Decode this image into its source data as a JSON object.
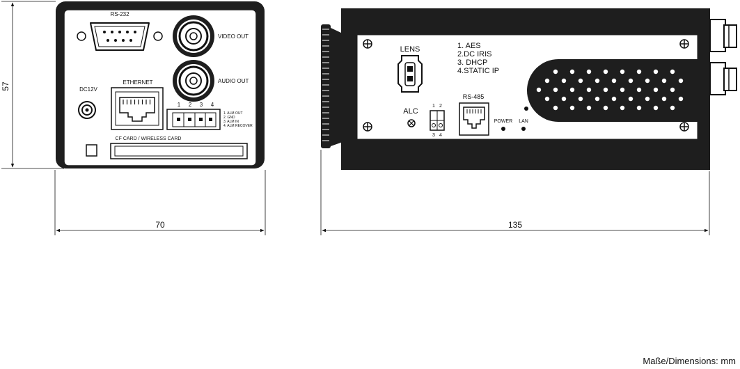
{
  "rear_view": {
    "rs232_label": "RS-232",
    "video_out_label": "VIDEO OUT",
    "audio_out_label": "AUDIO OUT",
    "ethernet_label": "ETHERNET",
    "dc12v_label": "DC12V",
    "terminal_numbers": [
      "1",
      "2",
      "3",
      "4"
    ],
    "terminal_legend": [
      "1. ALM OUT",
      "2. GND",
      "3. ALM IN",
      "4. ALM RECOVER"
    ],
    "card_slot_label": "CF CARD / WIRELESS CARD"
  },
  "side_view": {
    "lens_label": "LENS",
    "lens_modes": [
      "1. AES",
      "2.DC IRIS",
      "3. DHCP",
      "4.STATIC IP"
    ],
    "alc_label": "ALC",
    "dip_top_numbers": [
      "1",
      "2"
    ],
    "dip_bottom_numbers": [
      "3",
      "4"
    ],
    "rs485_label": "RS-485",
    "power_label": "POWER",
    "lan_label": "LAN"
  },
  "dimensions": {
    "height": "57",
    "rear_width": "70",
    "side_length": "135"
  },
  "footer": "Maße/Dimensions: mm"
}
